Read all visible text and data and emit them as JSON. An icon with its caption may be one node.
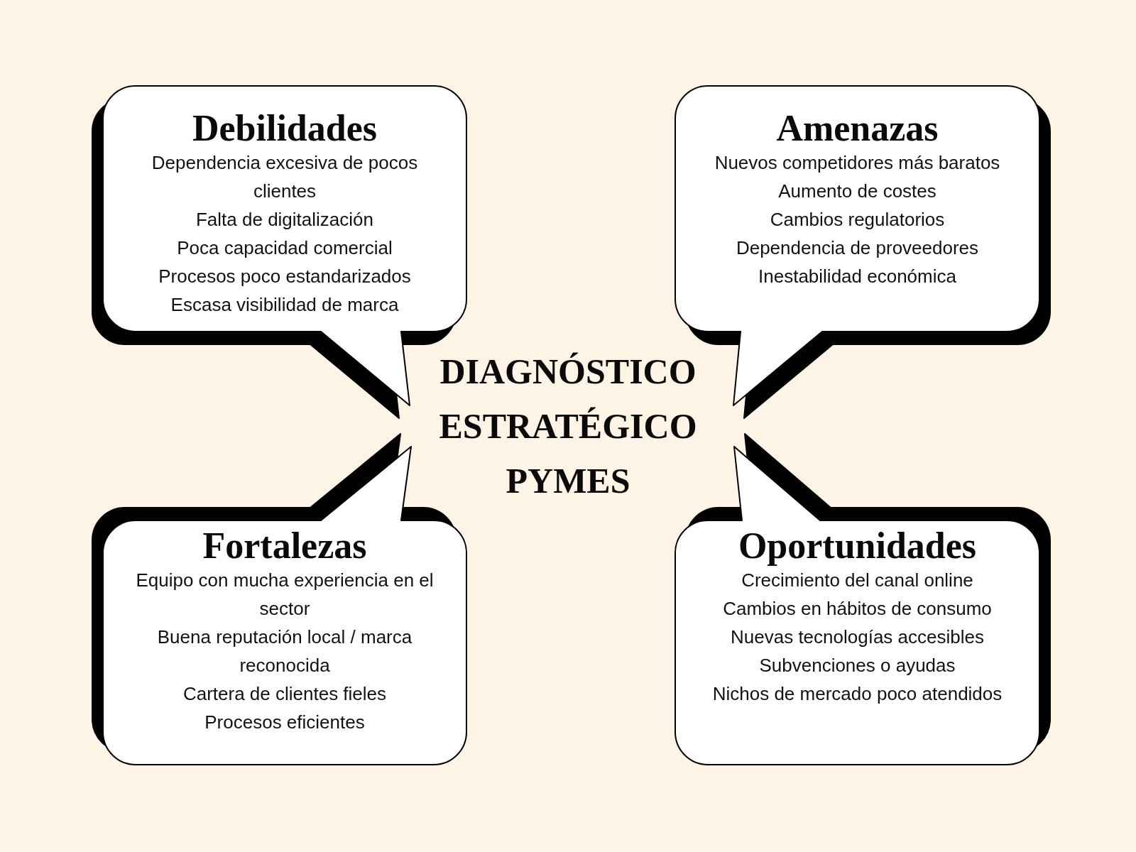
{
  "diagram": {
    "title": "DIAGNÓSTICO ESTRATÉGICO PYMES",
    "nodes": [
      {
        "text": [
          "Debilidades",
          "Dependencia excesiva de pocos clientes",
          "Falta de digitalización",
          "Poca capacidad comercial",
          "Procesos poco estandarizados",
          "Escasa visibilidad de marca"
        ]
      },
      {
        "text": [
          "Amenazas",
          "Nuevos competidores más baratos",
          "Aumento de costes",
          "Cambios regulatorios",
          "Dependencia de proveedores",
          "Inestabilidad económica"
        ]
      },
      {
        "text": [
          "Fortalezas",
          "Equipo con mucha experiencia en el sector",
          "Buena reputación local / marca reconocida",
          "Cartera de clientes fieles",
          "Procesos eficientes"
        ]
      },
      {
        "text": [
          "Oportunidades",
          "Crecimiento del canal online",
          "Cambios en hábitos de consumo",
          "Nuevas tecnologías accesibles",
          "Subvenciones o ayudas",
          "Nichos de mercado poco atendidos"
        ]
      }
    ]
  }
}
